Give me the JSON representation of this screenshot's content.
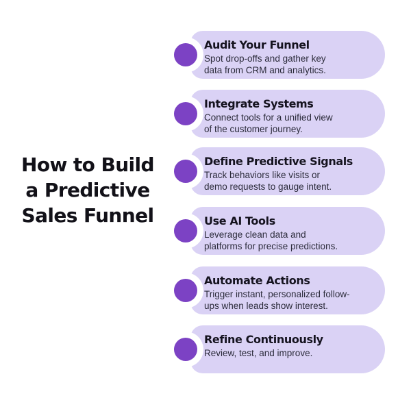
{
  "page": {
    "background_color": "#ffffff",
    "card_color": "#DAD2F5",
    "accent_color": "#7C42C4",
    "title_color": "#121118",
    "text_color": "#2B2B3A"
  },
  "title": {
    "full": "How to Build a Predictive Sales Funnel",
    "lines": [
      "How to Build",
      "a Predictive",
      "Sales Funnel"
    ]
  },
  "icons": {
    "bullet": "purple-dot-icon"
  },
  "steps": [
    {
      "title": "Audit Your Funnel",
      "description": "Spot drop-offs and gather key data from CRM and analytics.",
      "desc_lines": [
        "Spot drop-offs and gather key",
        "data from CRM and analytics."
      ]
    },
    {
      "title": "Integrate Systems",
      "description": "Connect tools for a unified view of the customer journey.",
      "desc_lines": [
        "Connect tools for a unified view",
        "of the customer journey."
      ]
    },
    {
      "title": "Define Predictive Signals",
      "description": "Track behaviors like visits or demo requests to gauge intent.",
      "desc_lines": [
        "Track behaviors like visits or",
        "demo requests to gauge intent."
      ]
    },
    {
      "title": "Use AI Tools",
      "description": "Leverage clean data and platforms for precise predictions.",
      "desc_lines": [
        "Leverage clean data and",
        "platforms for precise predictions."
      ]
    },
    {
      "title": "Automate Actions",
      "description": "Trigger instant, personalized follow-ups when leads show interest.",
      "desc_lines": [
        "Trigger instant, personalized follow-",
        "ups when leads show interest."
      ]
    },
    {
      "title": "Refine Continuously",
      "description": "Review, test, and improve.",
      "desc_lines": [
        "Review, test, and improve."
      ]
    }
  ]
}
